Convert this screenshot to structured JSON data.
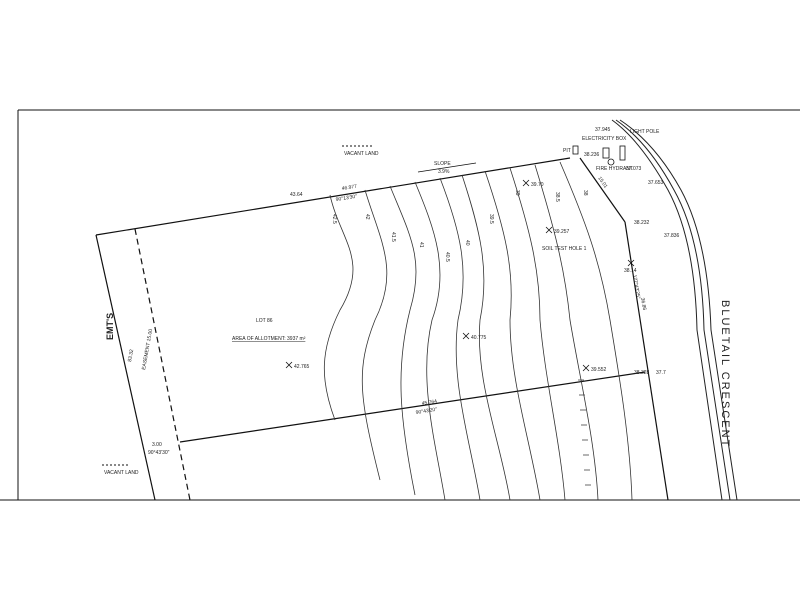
{
  "labels": {
    "vacant_land_top": "VACANT LAND",
    "vacant_land_bottom": "VACANT LAND",
    "easements": "EMT'S",
    "lot": "LOT 86",
    "area": "AREA OF ALLOTMENT: 3937 m²",
    "slope_value": "SLOPE",
    "slope_percent": "3.9%",
    "electricity_box": "ELECTRICITY BOX",
    "light_pole": "LIGHT POLE",
    "fire_hydrant": "FIRE HYDRANT",
    "pit": "PIT",
    "soil_test": "SOIL TEST HOLE 1",
    "road": "BLUETAIL CRESCENT"
  },
  "dimensions": {
    "top_length": "46.977",
    "top_bearing": "90°13'30\"",
    "bottom_length": "45.764",
    "bottom_bearing": "90°43'20\"",
    "left_length": "83.32",
    "left_note": "EASEMENT 15.00",
    "right_length": "36.86",
    "right_bearing": "177°43'25\"",
    "arc": "15.01",
    "left_offset": "3.00",
    "left_offset_bearing": "90°43'30\""
  },
  "spot_levels": [
    "42.765",
    "40.775",
    "39.552",
    "38.328",
    "37.945",
    "38.236",
    "38.232",
    "37.836",
    "37.073",
    "37.653",
    "38.14",
    "39.257",
    "39.70",
    "37.7",
    "43.64"
  ],
  "contours": [
    "42.5",
    "42",
    "41.5",
    "41",
    "40.5",
    "40",
    "39.5",
    "39",
    "38.5",
    "38"
  ]
}
